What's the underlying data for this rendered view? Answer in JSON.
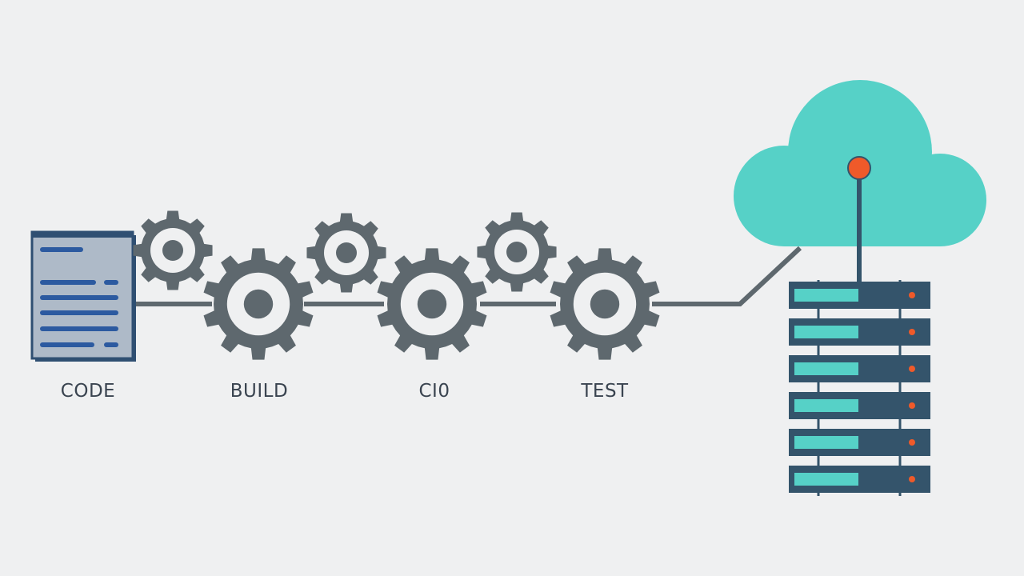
{
  "stages": [
    {
      "id": "code",
      "label": "CODE"
    },
    {
      "id": "build",
      "label": "BUILD"
    },
    {
      "id": "ci",
      "label": "CI0"
    },
    {
      "id": "test",
      "label": "TEST"
    }
  ],
  "colors": {
    "background": "#eff0f1",
    "gear": "#5e686e",
    "connector": "#5e686e",
    "document_fill": "#aebac8",
    "document_border": "#2f4f72",
    "document_lines": "#2c5aa0",
    "cloud": "#56d1c7",
    "endpoint_dot": "#ef5a2a",
    "server_body": "#34546b",
    "server_slot": "#56d1c7",
    "server_led": "#ef5a2a",
    "label_text": "#3a4450"
  },
  "icons": [
    "code-document-icon",
    "gear-icon",
    "cloud-icon",
    "server-rack-icon"
  ],
  "server_unit_count": 6
}
